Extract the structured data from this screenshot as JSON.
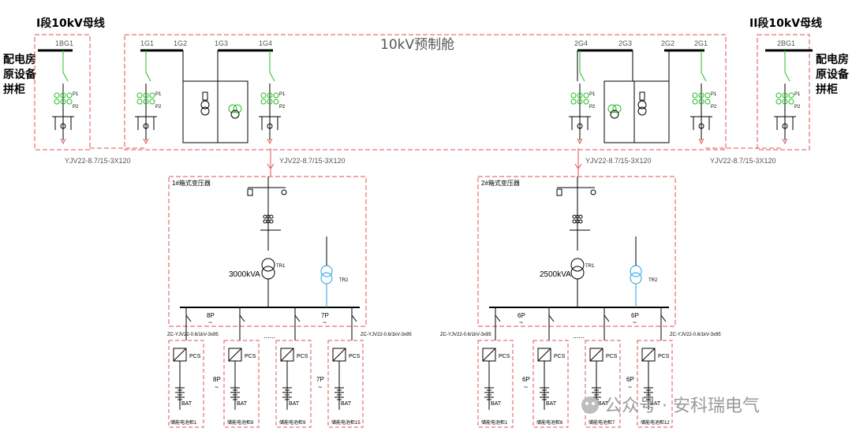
{
  "left_bus_title": "I段10kV母线",
  "right_bus_title": "II段10kV母线",
  "prefab_title": "10kV预制舱",
  "left_original_cabinet": [
    "配电房",
    "原设备",
    "拼柜"
  ],
  "right_original_cabinet": [
    "配电房",
    "原设备",
    "拼柜"
  ],
  "cabinets": {
    "left_original": "1BG1",
    "right_original": "2BG1",
    "prefab_left": [
      "1G1",
      "1G2",
      "1G3",
      "1G4"
    ],
    "prefab_right": [
      "2G4",
      "2G3",
      "2G2",
      "2G1"
    ]
  },
  "ct_labels": {
    "p1": "P1",
    "p2": "P2"
  },
  "cables": {
    "left_outer": "YJV22-8.7/15-3X120",
    "left_inner": "YJV22-8.7/15-3X120",
    "right_inner": "YJV22-8.7/15-3X120",
    "right_outer": "YJV22-8.7/15-3X120"
  },
  "transformers": [
    {
      "box_title": "1#箱式变压器",
      "rating": "3000kVA",
      "tr_main": "TR1",
      "tr_aux": "TR2",
      "feeder_cable_left": "ZC-YJV22-0.6/1kV-3x95",
      "feeder_cable_right": "ZC-YJV22-0.6/1kV-3x95",
      "parallel_left": "8P",
      "parallel_right": "7P",
      "dots": "......",
      "pcs_label": "PCS",
      "bat_label": "BAT",
      "units": [
        "储能电池柜1",
        "储能电池柜8",
        "储能电池柜9",
        "储能电池柜15"
      ],
      "unit_parallel": [
        "8P",
        "7P"
      ]
    },
    {
      "box_title": "2#箱式变压器",
      "rating": "2500kVA",
      "tr_main": "TR1",
      "tr_aux": "TR2",
      "feeder_cable_left": "ZC-YJV22-0.6/1kV-3x95",
      "feeder_cable_right": "ZC-YJV22-0.6/1kV-3x95",
      "parallel_left": "6P",
      "parallel_right": "6P",
      "dots": "......",
      "pcs_label": "PCS",
      "bat_label": "BAT",
      "units": [
        "储能电池柜1",
        "储能电池柜6",
        "储能电池柜7",
        "储能电池柜12"
      ],
      "unit_parallel": [
        "6P",
        "6P"
      ]
    }
  ],
  "tilde": "~",
  "watermark": "公众号 · 安科瑞电气"
}
